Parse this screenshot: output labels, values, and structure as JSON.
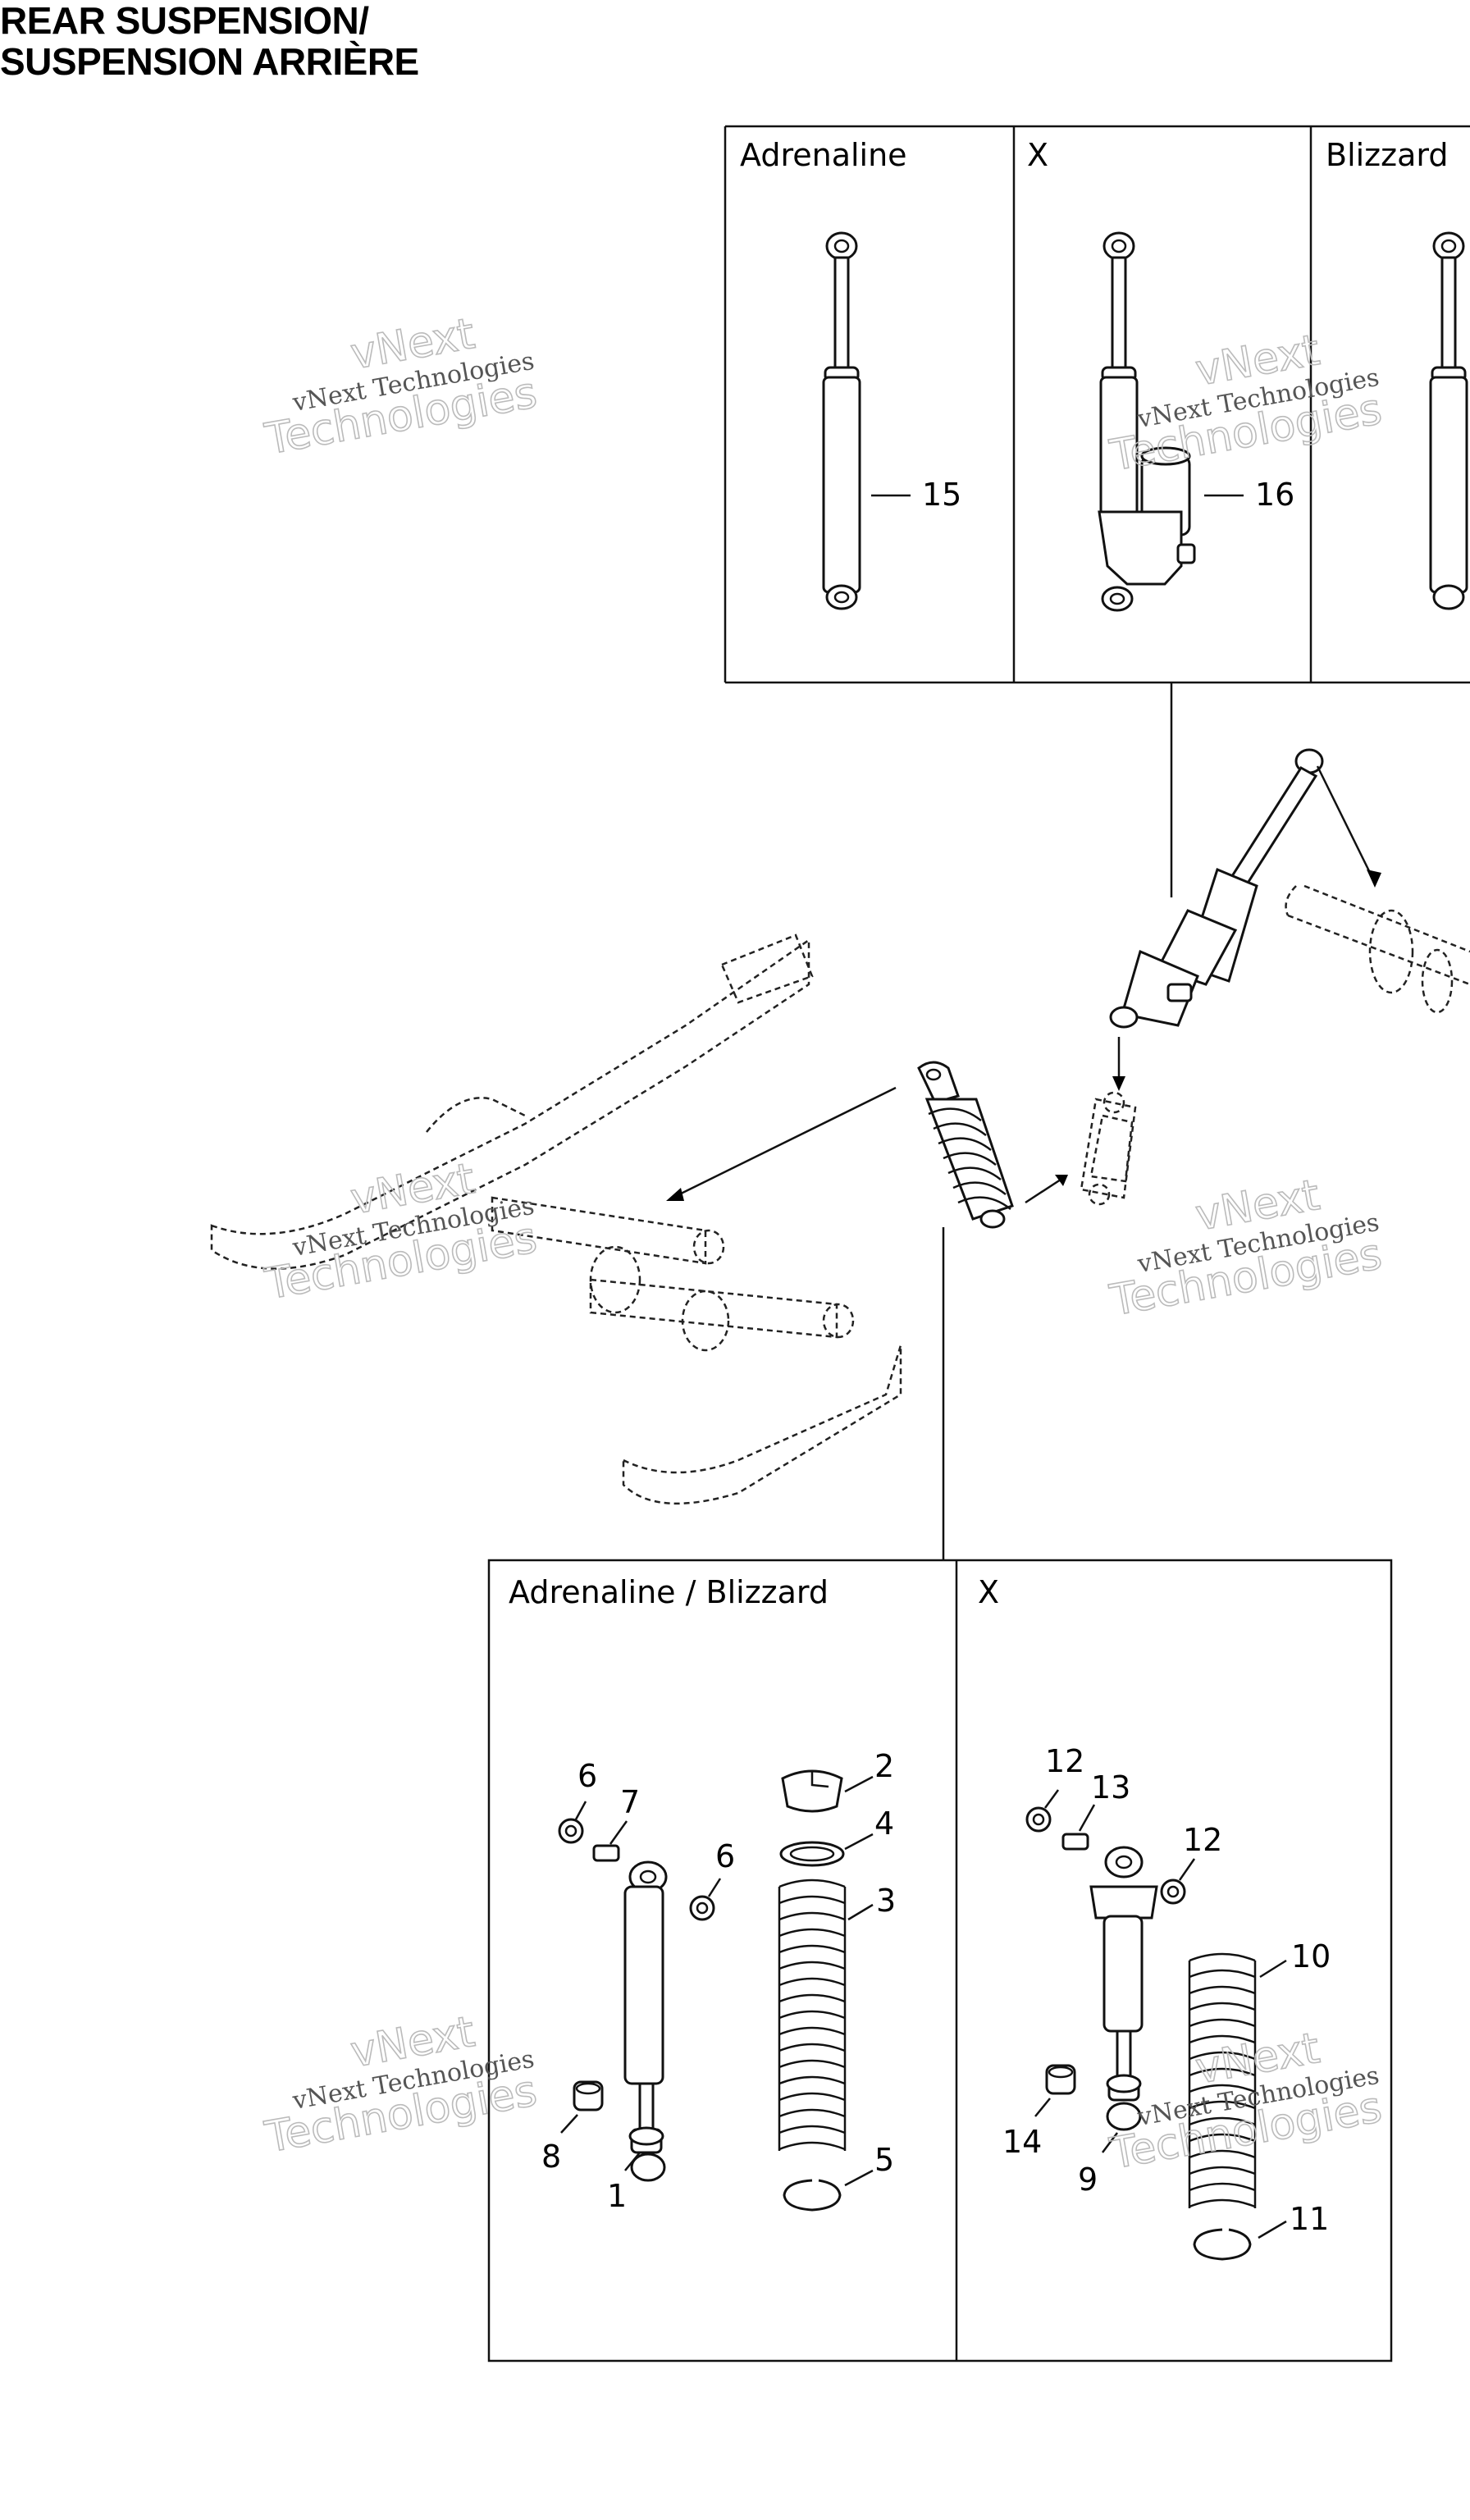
{
  "title": {
    "line1": "REAR SUSPENSION/",
    "line2": "SUSPENSION ARRIÈRE"
  },
  "top_panels": [
    {
      "label": "Adrenaline"
    },
    {
      "label": "X"
    },
    {
      "label": "Blizzard"
    }
  ],
  "bottom_panels": [
    {
      "label": "Adrenaline / Blizzard"
    },
    {
      "label": "X"
    }
  ],
  "part_refs": {
    "r1": "1",
    "r2": "2",
    "r3": "3",
    "r4": "4",
    "r5": "5",
    "r6a": "6",
    "r6b": "6",
    "r7": "7",
    "r8": "8",
    "r9": "9",
    "r10": "10",
    "r11": "11",
    "r12a": "12",
    "r12b": "12",
    "r13": "13",
    "r14": "14",
    "r15": "15",
    "r16": "16"
  },
  "watermark": {
    "line1": "vNext",
    "line2": "vNext Technologies",
    "line3": "Technologies"
  }
}
